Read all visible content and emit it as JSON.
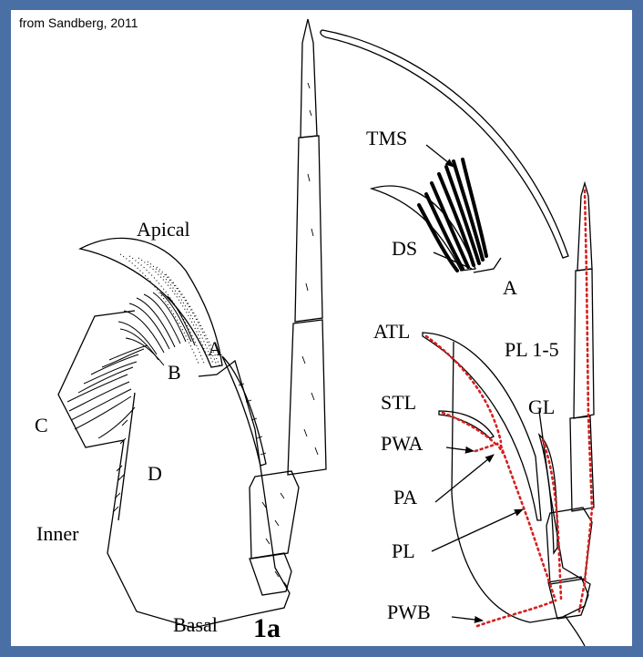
{
  "credit": "from Sandberg, 2011",
  "figure_label": "1a",
  "left_labels": {
    "apical": "Apical",
    "a": "A",
    "b": "B",
    "c": "C",
    "d": "D",
    "inner": "Inner",
    "basal": "Basal"
  },
  "right_labels": {
    "tms": "TMS",
    "ds": "DS",
    "a": "A",
    "atl": "ATL",
    "pl15": "PL 1-5",
    "stl": "STL",
    "gl": "GL",
    "pwa": "PWA",
    "pa": "PA",
    "pl": "PL",
    "pwb": "PWB"
  },
  "colors": {
    "frame": "#4a6fa5",
    "annotation_dotted": "#d42020"
  }
}
